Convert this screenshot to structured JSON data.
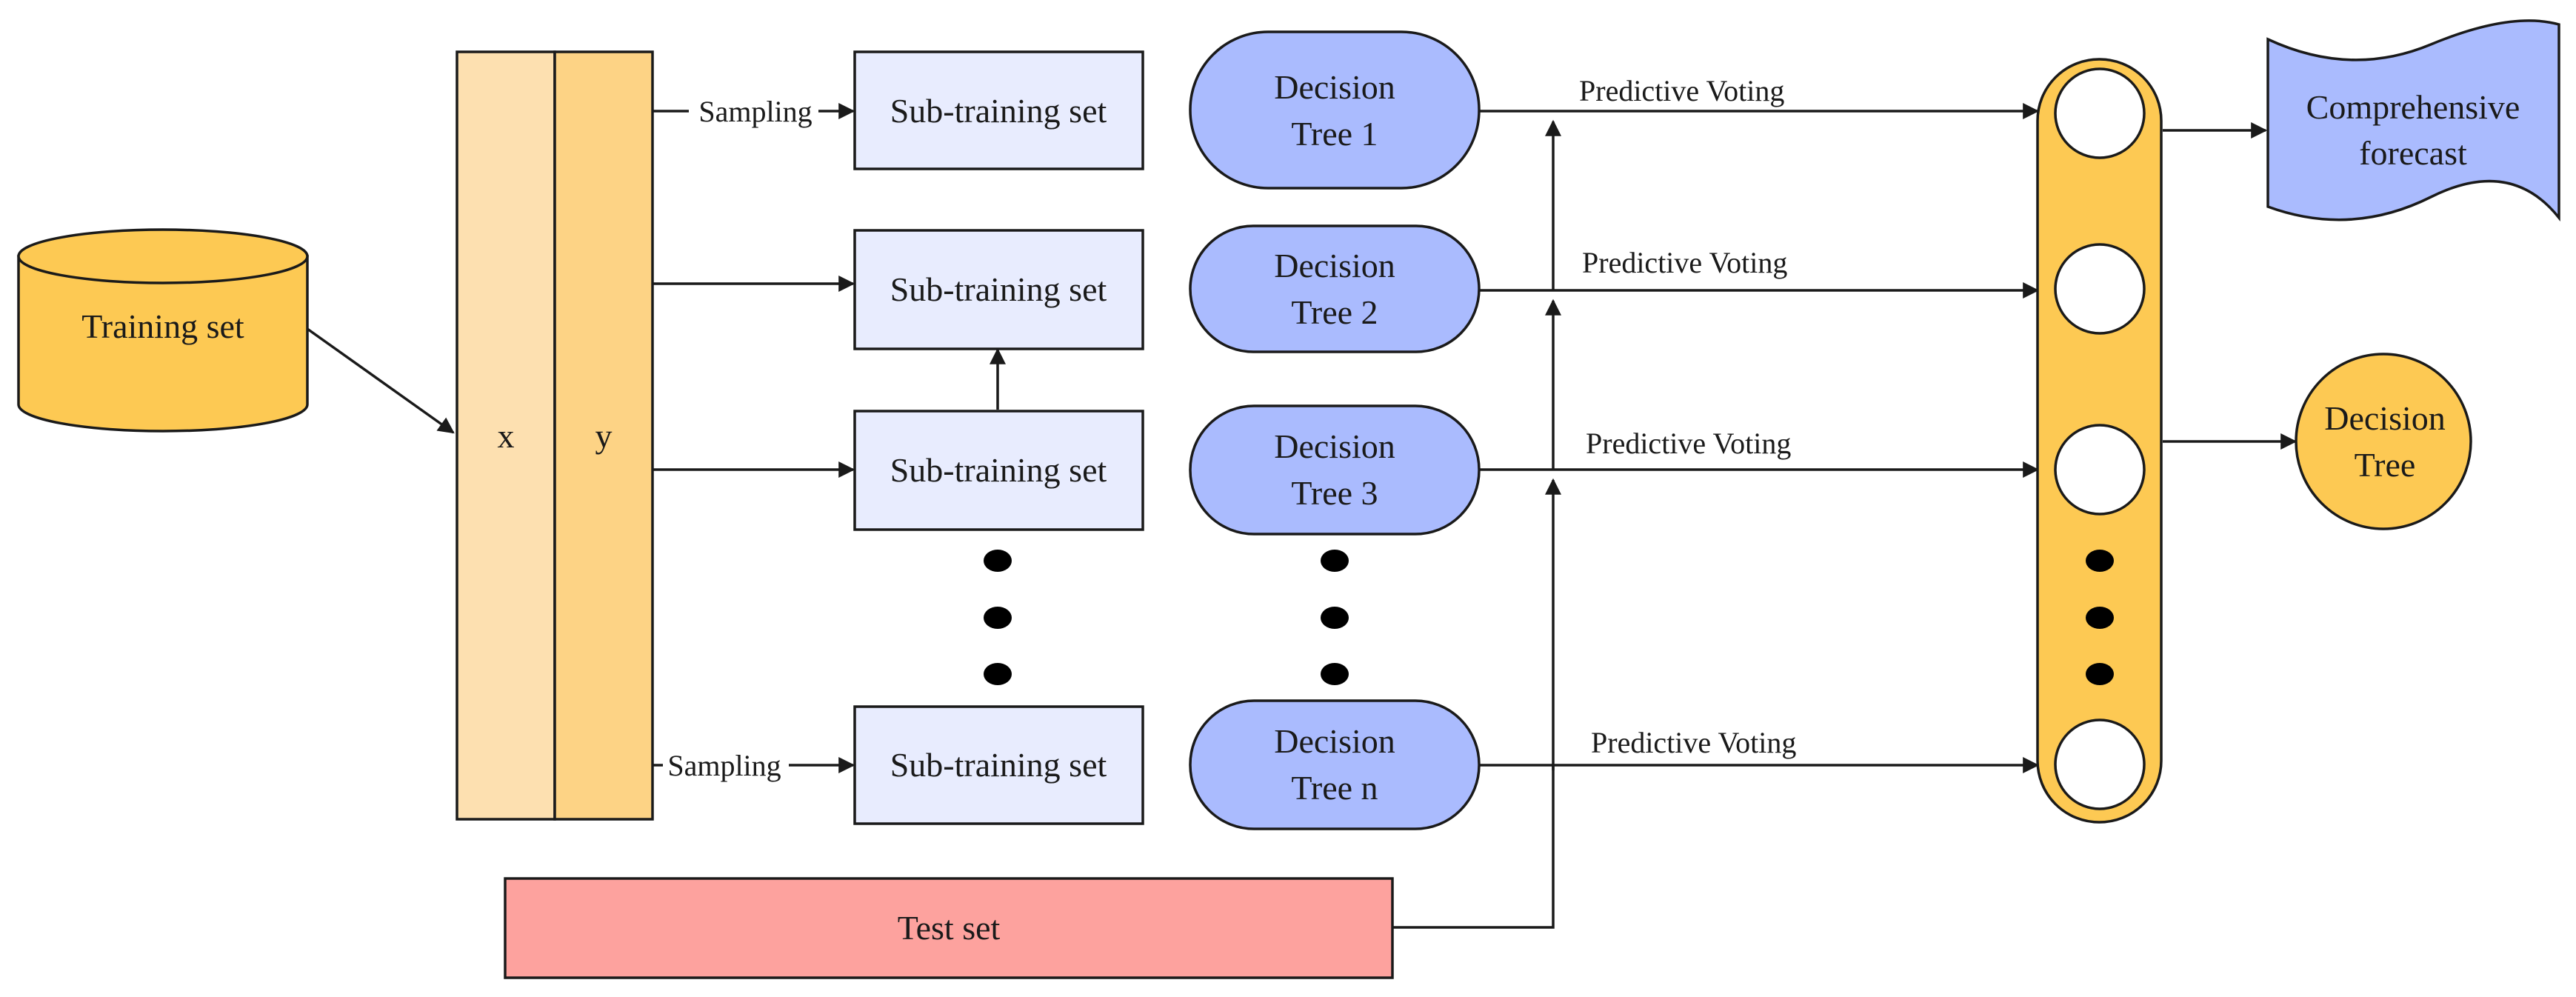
{
  "training_set": {
    "label": "Training set"
  },
  "feature_matrix": {
    "x_label": "x",
    "y_label": "y"
  },
  "sampling_labels": [
    "Sampling",
    "Sampling"
  ],
  "sub_training_sets": [
    "Sub-training set",
    "Sub-training set",
    "Sub-training set",
    "Sub-training set"
  ],
  "decision_trees": [
    {
      "line1": "Decision",
      "line2": "Tree 1"
    },
    {
      "line1": "Decision",
      "line2": "Tree 2"
    },
    {
      "line1": "Decision",
      "line2": "Tree 3"
    },
    {
      "line1": "Decision",
      "line2": "Tree n"
    }
  ],
  "voting_labels": [
    "Predictive Voting",
    "Predictive Voting",
    "Predictive Voting",
    "Predictive Voting"
  ],
  "test_set": {
    "label": "Test set"
  },
  "comprehensive_forecast": {
    "line1": "Comprehensive",
    "line2": "forecast"
  },
  "decision_tree_node": {
    "line1": "Decision",
    "line2": "Tree"
  },
  "colors": {
    "gold": "#FDC953",
    "x_column": "#FDE0B0",
    "y_column": "#FDD385",
    "sub_training_fill": "#E8ECFE",
    "tree_fill": "#AABBFE",
    "test_fill": "#FDA29E",
    "stroke": "#1a1a1a"
  }
}
